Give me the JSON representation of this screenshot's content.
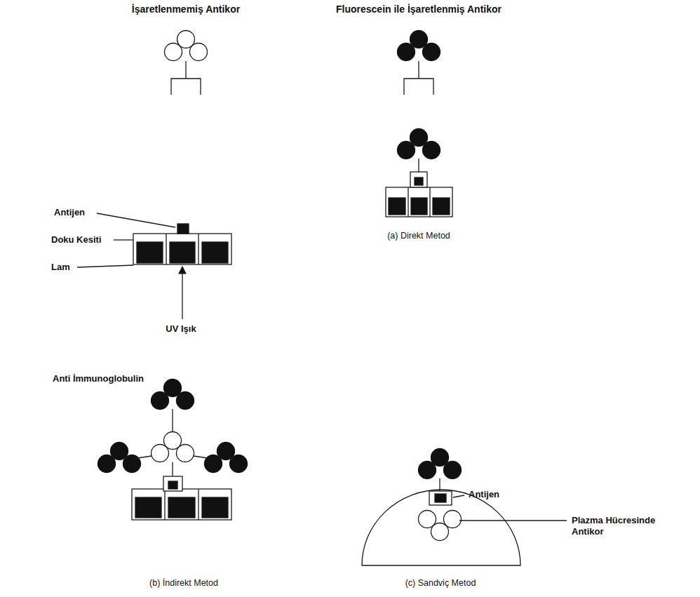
{
  "diagram": {
    "labels": [
      "İşaretlenmemiş Antikor",
      "Fluorescein ile İşaretlenmiş Antikor",
      "Antijen",
      "Doku Kesiti",
      "Lam",
      "UV Işık",
      "(a) Direkt Metod",
      "Anti İmmunoglobulin",
      "Antijen",
      "Plazma Hücresinde Antikor",
      "(b) İndirekt Metod",
      "(c) Sandviç Metod"
    ]
  }
}
